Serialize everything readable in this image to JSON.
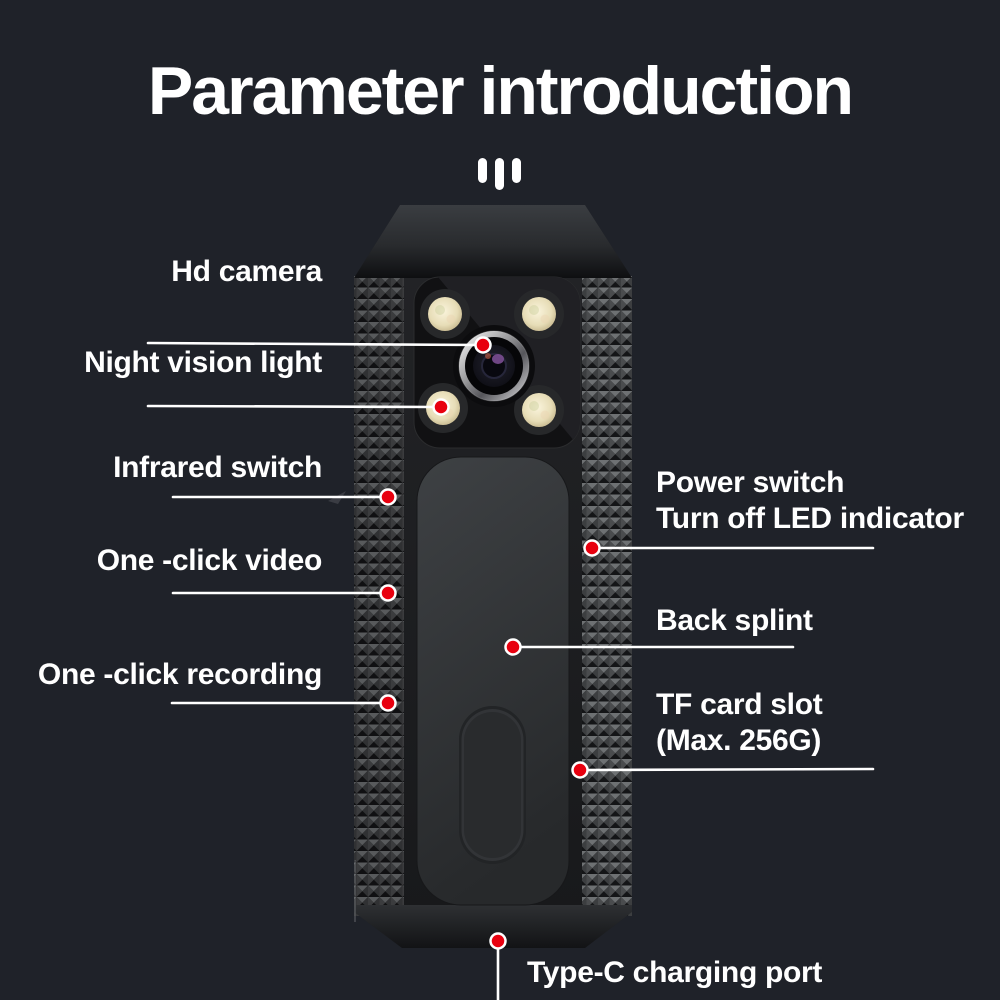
{
  "title": "Parameter introduction",
  "colors": {
    "background": "#1f2229",
    "text": "#ffffff",
    "dot": "#e8000f",
    "line": "#ffffff"
  },
  "device": {
    "top_mark_icon": "three-vertical-bars"
  },
  "annotations": {
    "left": [
      {
        "label": "Hd camera"
      },
      {
        "label": "Night vision light"
      },
      {
        "label": "Infrared switch"
      },
      {
        "label": "One -click video"
      },
      {
        "label": "One -click recording"
      }
    ],
    "right": [
      {
        "lines": [
          "Power switch",
          "Turn off LED indicator"
        ]
      },
      {
        "lines": [
          "Back splint"
        ]
      },
      {
        "lines": [
          "TF card slot",
          "(Max. 256G)"
        ]
      }
    ],
    "bottom": [
      {
        "label": "Type-C charging port"
      }
    ]
  }
}
